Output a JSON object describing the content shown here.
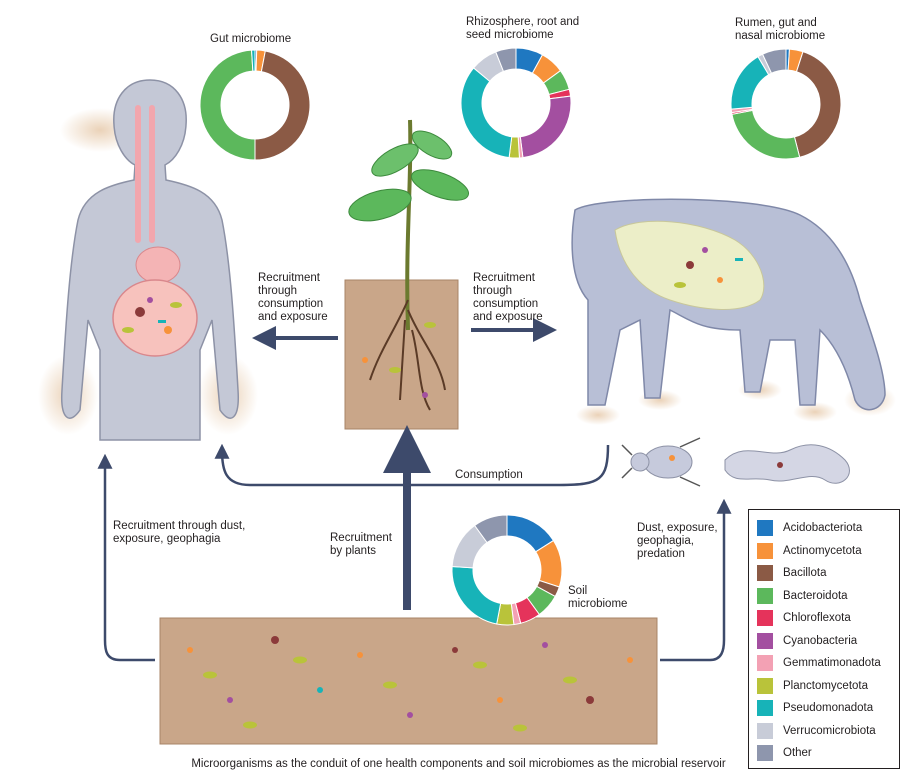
{
  "labels": {
    "gut": "Gut microbiome",
    "rhizo": "Rhizosphere, root and seed microbiome",
    "rhizo_l1": "Rhizosphere, root and",
    "rhizo_l2": "seed microbiome",
    "rumen_l1": "Rumen, gut and",
    "rumen_l2": "nasal microbiome",
    "soil_l1": "Soil",
    "soil_l2": "microbiome",
    "recruit_left": [
      "Recruitment",
      "through",
      "consumption",
      "and exposure"
    ],
    "recruit_right": [
      "Recruitment",
      "through",
      "consumption",
      "and exposure"
    ],
    "consumption": "Consumption",
    "dust_left": [
      "Recruitment through dust,",
      "exposure, geophagia"
    ],
    "plants": [
      "Recruitment",
      "by plants"
    ],
    "dust_right": [
      "Dust, exposure,",
      "geophagia,",
      "predation"
    ],
    "caption": "Microorganisms as the conduit of one health components and soil microbiomes as the microbial reservoir"
  },
  "legend": [
    {
      "name": "Acidobacteriota",
      "color": "#1f78c1"
    },
    {
      "name": "Actinomycetota",
      "color": "#f7923a"
    },
    {
      "name": "Bacillota",
      "color": "#8b5a45"
    },
    {
      "name": "Bacteroidota",
      "color": "#5cb85c"
    },
    {
      "name": "Chloroflexota",
      "color": "#e5335b"
    },
    {
      "name": "Cyanobacteria",
      "color": "#a34fa0"
    },
    {
      "name": "Gemmatimonadota",
      "color": "#f3a1b4"
    },
    {
      "name": "Planctomycetota",
      "color": "#b9c33a"
    },
    {
      "name": "Pseudomonadota",
      "color": "#17b3b8"
    },
    {
      "name": "Verrucomicrobiota",
      "color": "#c8ccd8"
    },
    {
      "name": "Other",
      "color": "#8e96ad"
    }
  ],
  "chart_data": [
    {
      "type": "pie",
      "title": "Gut microbiome",
      "categories": [
        "Acidobacteriota",
        "Actinomycetota",
        "Bacillota",
        "Bacteroidota",
        "Pseudomonadota"
      ],
      "values": [
        0.5,
        2.5,
        47,
        49,
        1
      ]
    },
    {
      "type": "pie",
      "title": "Rhizosphere, root and seed microbiome",
      "categories": [
        "Acidobacteriota",
        "Actinomycetota",
        "Bacteroidota",
        "Chloroflexota",
        "Cyanobacteria",
        "Gemmatimonadota",
        "Planctomycetota",
        "Pseudomonadota",
        "Verrucomicrobiota",
        "Other"
      ],
      "values": [
        8,
        7,
        6,
        2,
        25,
        1,
        3,
        34,
        8,
        6
      ]
    },
    {
      "type": "pie",
      "title": "Rumen, gut and nasal microbiome",
      "categories": [
        "Acidobacteriota",
        "Actinomycetota",
        "Bacillota",
        "Bacteroidota",
        "Chloroflexota",
        "Gemmatimonadota",
        "Pseudomonadota",
        "Verrucomicrobiota",
        "Other"
      ],
      "values": [
        1,
        4,
        41,
        26,
        0.5,
        1,
        18,
        1.5,
        7
      ]
    },
    {
      "type": "pie",
      "title": "Soil microbiome",
      "categories": [
        "Acidobacteriota",
        "Actinomycetota",
        "Bacillota",
        "Bacteroidota",
        "Chloroflexota",
        "Gemmatimonadota",
        "Planctomycetota",
        "Pseudomonadota",
        "Verrucomicrobiota",
        "Other"
      ],
      "values": [
        16,
        14,
        3,
        7,
        6,
        2,
        5,
        23,
        14,
        10
      ]
    }
  ]
}
